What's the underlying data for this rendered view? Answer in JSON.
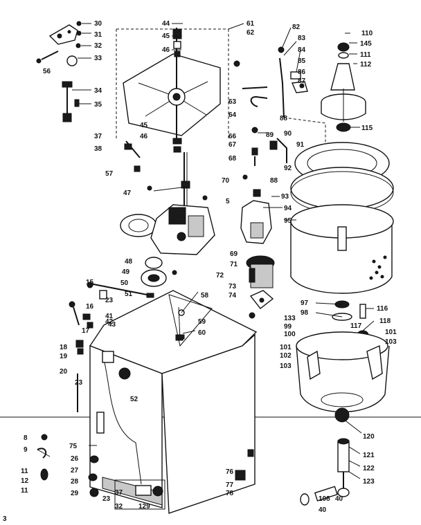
{
  "labels": {
    "l30": "30",
    "l31": "31",
    "l32": "32",
    "l33": "33",
    "l56": "56",
    "l34": "34",
    "l35": "35",
    "l44": "44",
    "l45": "45",
    "l46": "46",
    "l61": "61",
    "l62": "62",
    "l82": "82",
    "l83": "83",
    "l84": "84",
    "l85": "85",
    "l86": "86",
    "l87": "87",
    "l110": "110",
    "l145": "145",
    "l111": "111",
    "l112": "112",
    "l63": "63",
    "l64": "64",
    "l88a": "88",
    "l89": "89",
    "l90": "90",
    "l45b": "45",
    "l46b": "46",
    "l115": "115",
    "l37": "37",
    "l38": "38",
    "l57": "57",
    "l66": "66",
    "l67": "67",
    "l68": "68",
    "l91": "91",
    "l92": "92",
    "l70": "70",
    "l88b": "88",
    "l47": "47",
    "l5": "5",
    "l93": "93",
    "l94": "94",
    "l95": "95",
    "l69": "69",
    "l71": "71",
    "l48": "48",
    "l49": "49",
    "l72": "72",
    "l50": "50",
    "l73": "73",
    "l15": "15",
    "l51": "51",
    "l74": "74",
    "l58": "58",
    "l16": "16",
    "l23a": "23",
    "l41": "41",
    "l42": "42",
    "l43": "43",
    "l97": "97",
    "l116": "116",
    "l98": "98",
    "l133": "133",
    "l59": "59",
    "l117": "117",
    "l118": "118",
    "l17": "17",
    "l60": "60",
    "l99": "99",
    "l100": "100",
    "l101a": "101",
    "l101b": "101",
    "l18": "18",
    "l19": "19",
    "l102": "102",
    "l103a": "103",
    "l103b": "103",
    "l20": "20",
    "l23b": "23",
    "l52": "52",
    "l120": "120",
    "l8": "8",
    "l9": "9",
    "l75": "75",
    "l121": "121",
    "l26": "26",
    "l11a": "11",
    "l12": "12",
    "l11b": "11",
    "l27": "27",
    "l28": "28",
    "l122": "122",
    "l76": "76",
    "l123": "123",
    "l77": "77",
    "l78": "78",
    "l29": "29",
    "l23c": "23",
    "l37b": "37",
    "l108": "108",
    "l40a": "40",
    "l32b": "32",
    "l129": "129",
    "l40b": "40",
    "l3": "3"
  }
}
